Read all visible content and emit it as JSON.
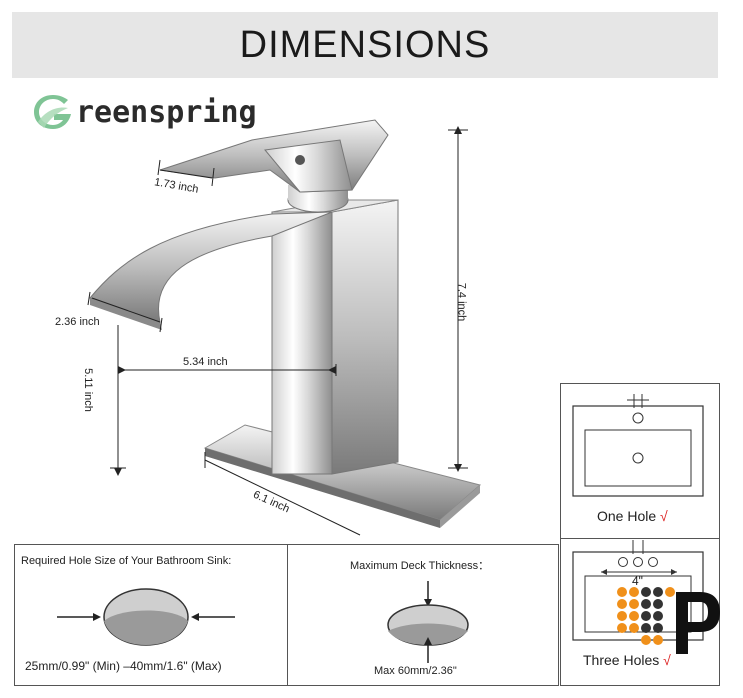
{
  "header": {
    "title": "DIMENSIONS"
  },
  "brand": {
    "name": "reenspring"
  },
  "dimensions": {
    "handle_width": "1.73 inch",
    "spout_width": "2.36 inch",
    "reach": "5.34 inch",
    "spout_height": "5.11 inch",
    "total_height": "7.4 inch",
    "base_length": "6.1 inch"
  },
  "hole_panel": {
    "title": "Required Hole Size of Your Bathroom Sink:",
    "caption": "25mm/0.99\"  (Min)  –40mm/1.6\"  (Max)"
  },
  "deck_panel": {
    "title": "Maximum Deck Thickness：",
    "caption": "Max 60mm/2.36\""
  },
  "sinks": {
    "one_hole_label": "One Hole",
    "three_holes_label": "Three Holes",
    "spacing_label": "4\"",
    "check_mark": "√"
  },
  "colors": {
    "header_bg": "#e6e6e6",
    "logo_green": "#7fc495",
    "check": "#dd2222",
    "watermark_orange": "#f0901a"
  }
}
